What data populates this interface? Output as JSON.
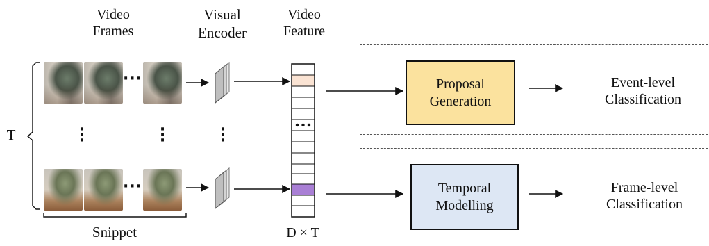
{
  "headers": {
    "video_frames": "Video\nFrames",
    "visual_encoder": "Visual\nEncoder",
    "video_feature": "Video\nFeature"
  },
  "labels": {
    "time": "T",
    "snippet": "Snippet",
    "feature_dims": "D × T"
  },
  "boxes": {
    "proposal": "Proposal\nGeneration",
    "temporal": "Temporal\nModelling"
  },
  "outputs": {
    "event": "Event-level\nClassification",
    "frame": "Frame-level\nClassification"
  },
  "colors": {
    "proposal_fill": "#fbe29e",
    "temporal_fill": "#dde7f4",
    "feature_highlight_top": "#fae3d3",
    "feature_highlight_bottom": "#a97fd5"
  },
  "icons": [
    "frame-thumbnail",
    "encoder-layers-icon",
    "arrow"
  ]
}
